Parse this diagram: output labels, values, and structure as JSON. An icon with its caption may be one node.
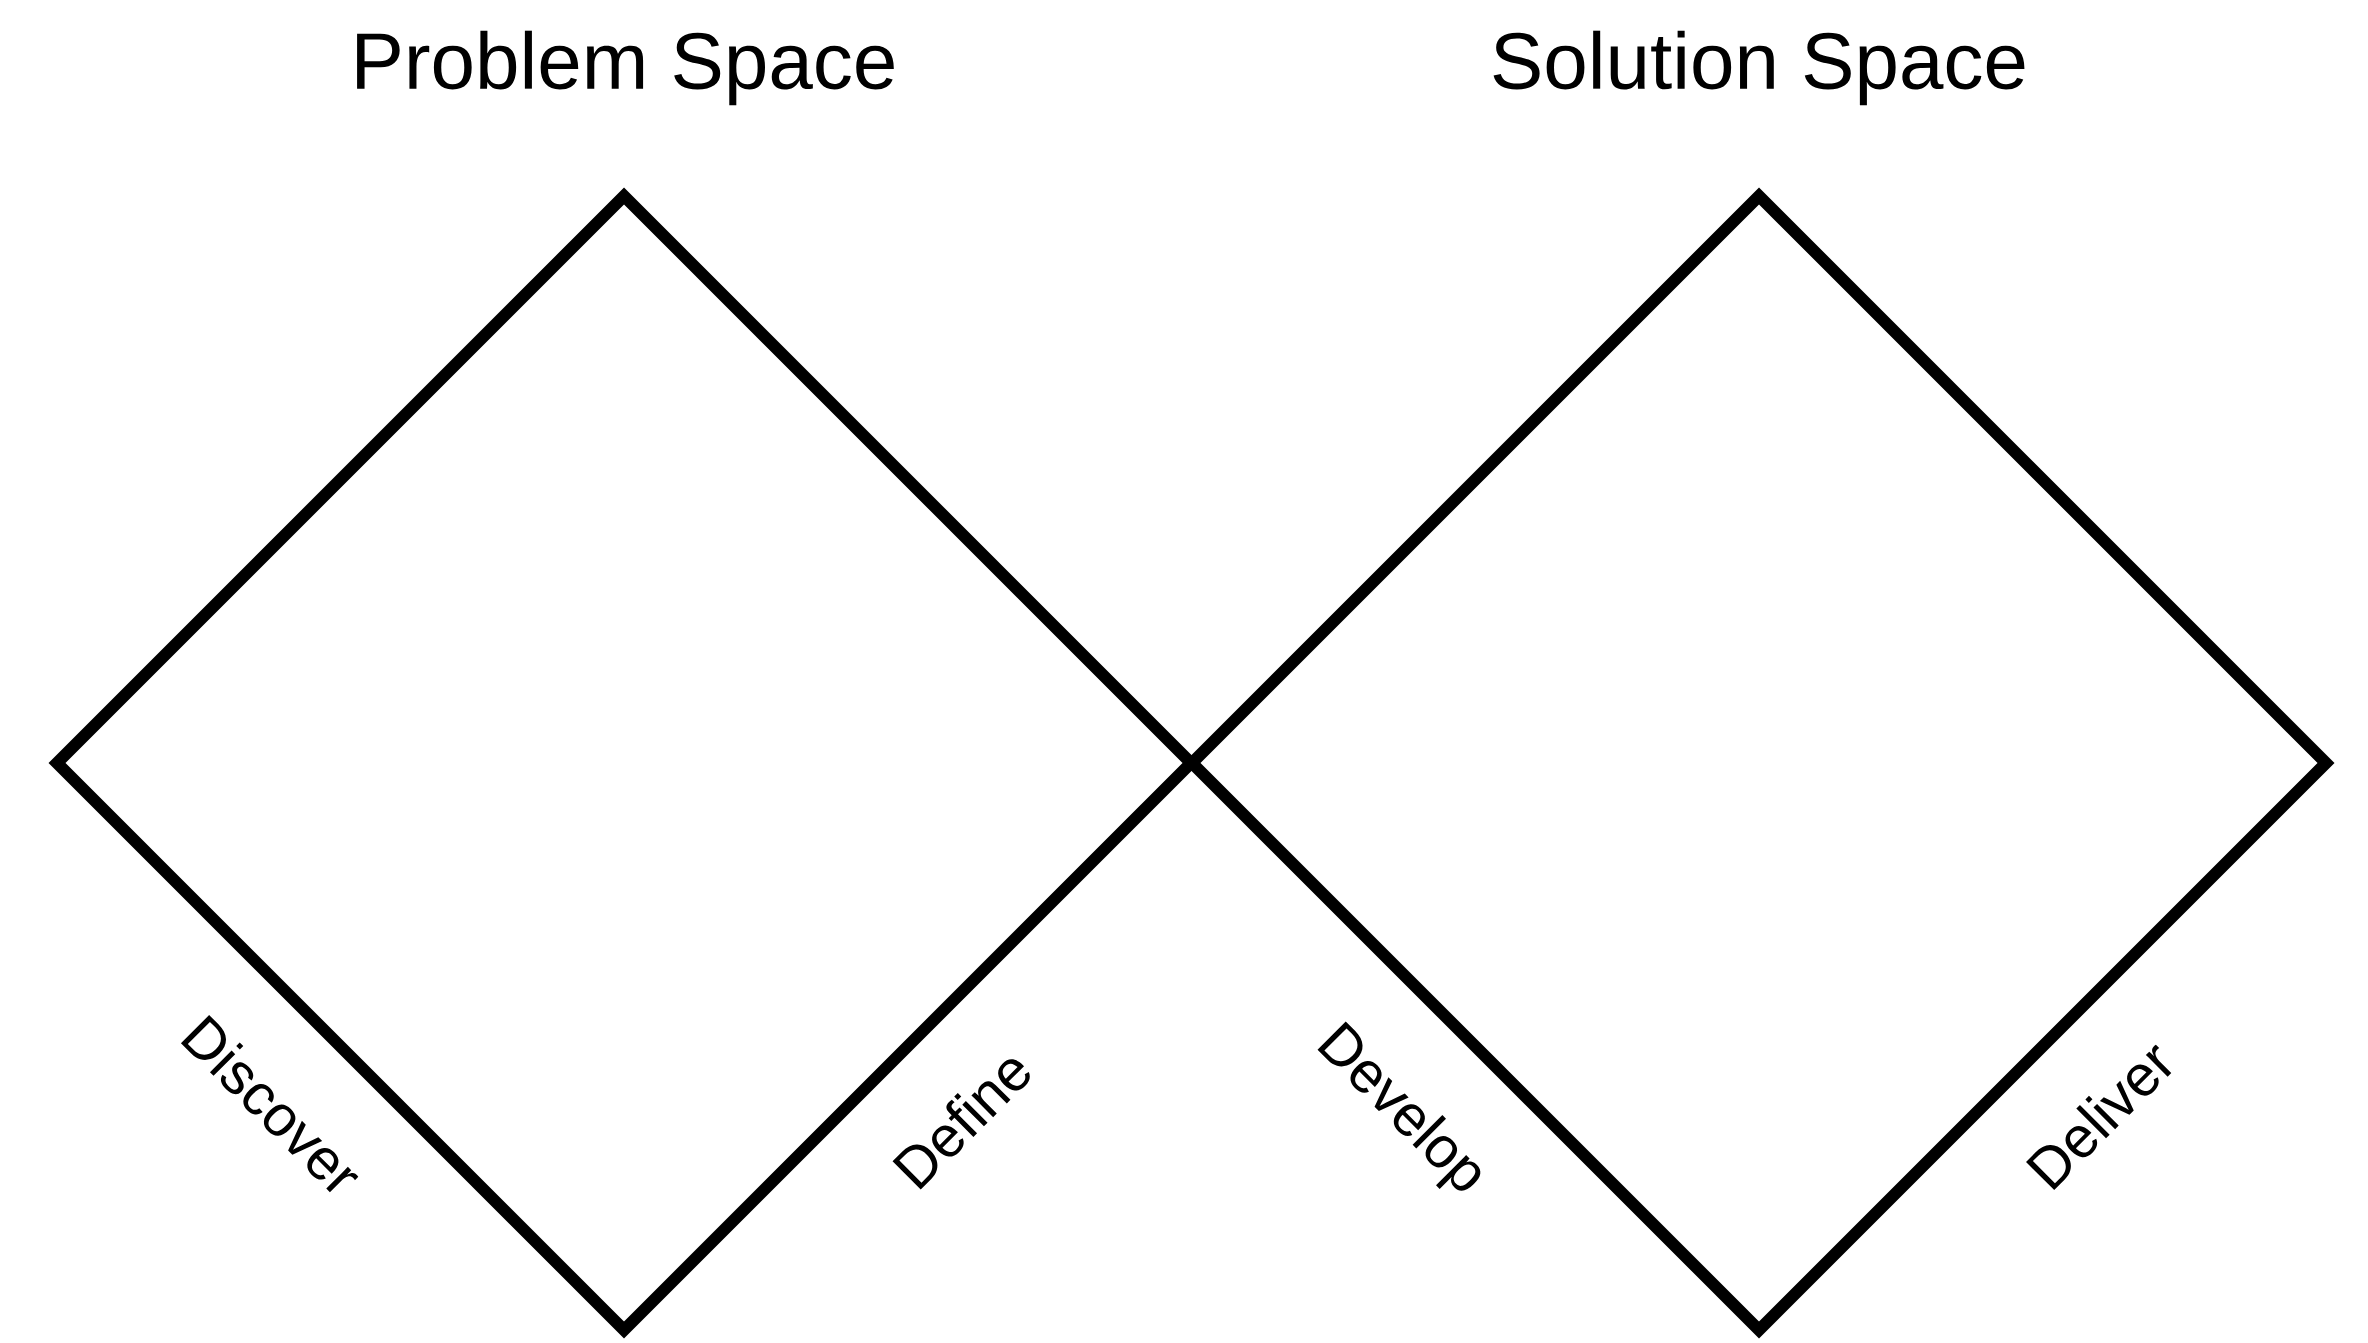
{
  "diagram": {
    "nodes": [
      {
        "text": [
          "Problem Space"
        ]
      },
      {
        "text": [
          "Solution Space"
        ]
      }
    ],
    "labels": [
      "Discover",
      "Define",
      "Develop",
      "Deliver"
    ]
  }
}
